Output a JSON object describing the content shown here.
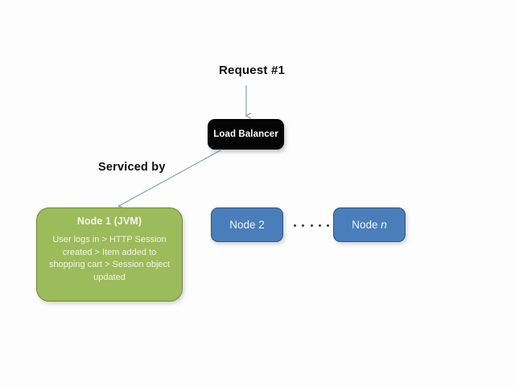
{
  "diagram": {
    "title": "Load Balancer session stickiness diagram",
    "background_color": "#fdfdfd",
    "labels": {
      "request": "Request #1",
      "serviced_by": "Serviced by"
    },
    "load_balancer": {
      "label": "Load Balancer",
      "fill_color": "#050505",
      "text_color": "#ffffff"
    },
    "nodes": [
      {
        "title": "Node 1 (JVM)",
        "body": "User logs in > HTTP Session created > Item added to shopping cart > Session object updated",
        "fill_color": "#9cbb5b",
        "border_color": "#6f8a34",
        "text_color": "#f4f6ec"
      },
      {
        "title": "Node 2",
        "fill_color": "#4a7ebb",
        "border_color": "#31557f",
        "text_color": "#eef4fb"
      },
      {
        "title_prefix": "Node ",
        "title_italic": "n",
        "fill_color": "#4a7ebb",
        "border_color": "#31557f",
        "text_color": "#eef4fb"
      }
    ],
    "ellipsis": {
      "dot_count": 5,
      "dot_color": "#3b3b3b"
    },
    "connectors": [
      {
        "name": "request-to-load-balancer",
        "from": "Request #1",
        "to": "Load Balancer",
        "color": "#8a9aa8",
        "style": "straight-arrow-down"
      },
      {
        "name": "load-balancer-to-node-1",
        "from": "Load Balancer",
        "to": "Node 1 (JVM)",
        "color": "#8a9aa8",
        "style": "straight-arrow-diagonal"
      }
    ]
  }
}
